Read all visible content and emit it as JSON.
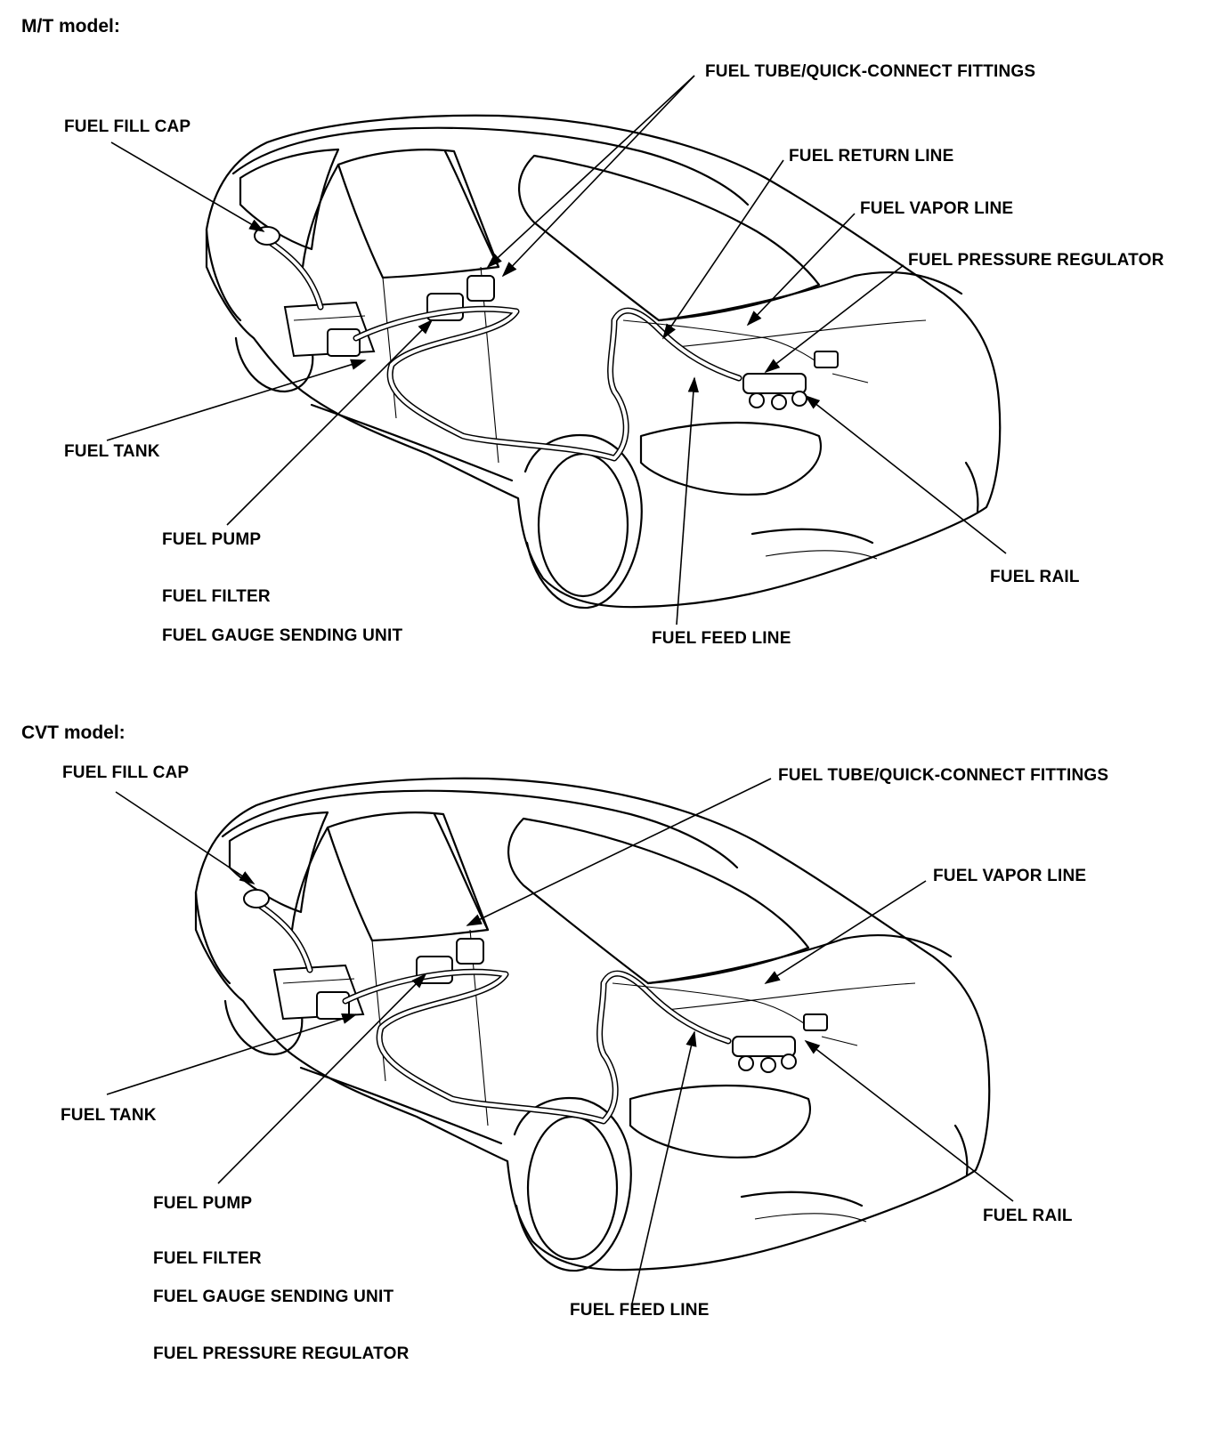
{
  "sections": [
    {
      "title": "M/T model:",
      "labels": {
        "fuel_fill_cap": "FUEL FILL CAP",
        "fuel_tube_fittings": "FUEL TUBE/QUICK-CONNECT FITTINGS",
        "fuel_return_line": "FUEL RETURN LINE",
        "fuel_vapor_line": "FUEL VAPOR LINE",
        "fuel_pressure_regulator": "FUEL PRESSURE REGULATOR",
        "fuel_tank": "FUEL TANK",
        "fuel_pump": "FUEL PUMP",
        "fuel_filter": "FUEL FILTER",
        "fuel_gauge_sending_unit": "FUEL GAUGE SENDING UNIT",
        "fuel_rail": "FUEL RAIL",
        "fuel_feed_line": "FUEL FEED LINE"
      }
    },
    {
      "title": "CVT model:",
      "labels": {
        "fuel_fill_cap": "FUEL FILL CAP",
        "fuel_tube_fittings": "FUEL TUBE/QUICK-CONNECT FITTINGS",
        "fuel_vapor_line": "FUEL VAPOR LINE",
        "fuel_tank": "FUEL TANK",
        "fuel_pump": "FUEL PUMP",
        "fuel_filter": "FUEL FILTER",
        "fuel_gauge_sending_unit": "FUEL GAUGE SENDING UNIT",
        "fuel_pressure_regulator": "FUEL PRESSURE REGULATOR",
        "fuel_rail": "FUEL RAIL",
        "fuel_feed_line": "FUEL FEED LINE"
      }
    }
  ]
}
